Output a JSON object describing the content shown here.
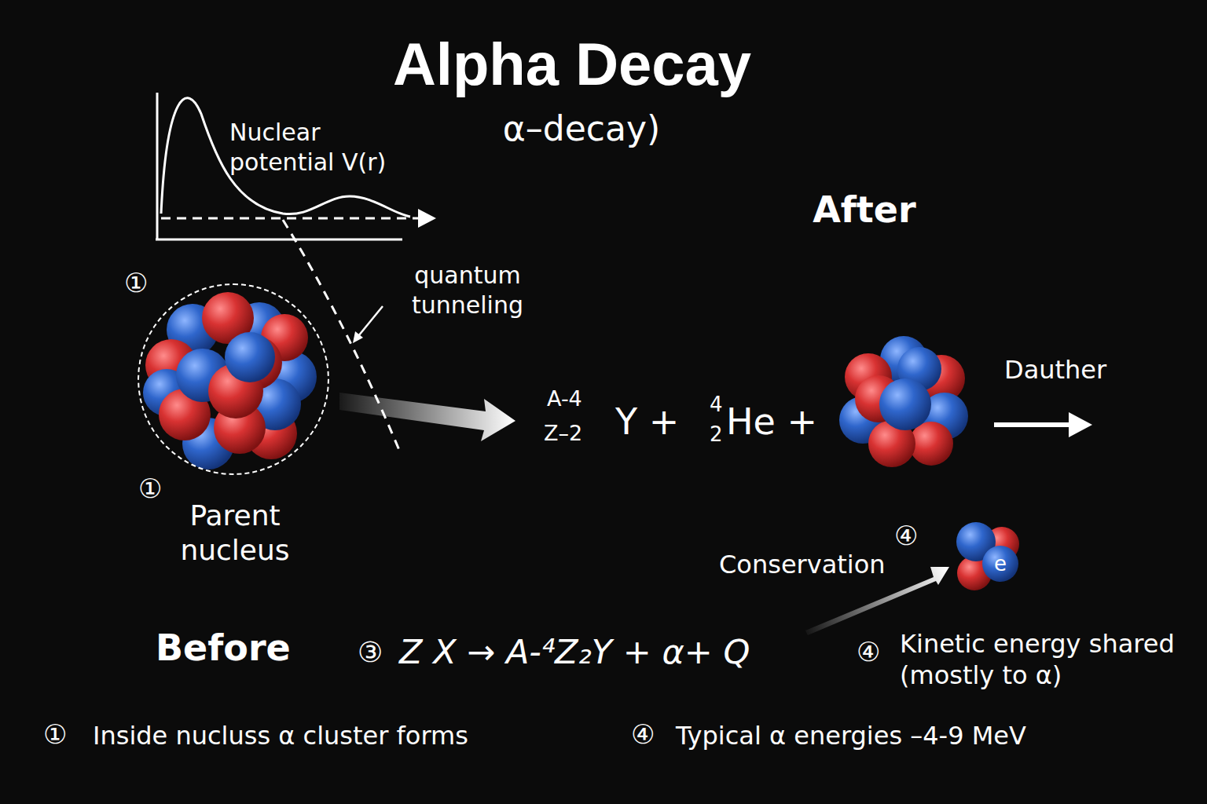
{
  "diagram": {
    "title": "Alpha Decay",
    "nodes": [
      {
        "text": [
          "Parent nucleus"
        ]
      },
      {
        "text": [
          "e"
        ]
      }
    ],
    "labels": [
      "α–decay)",
      "Nuclear potential V(r)",
      "①",
      "quantum tunneling",
      "After",
      "①",
      "A-4",
      "Z–2",
      "Y +",
      "4",
      "2",
      "He +",
      "Dauther",
      "④",
      "Conservation",
      "Before",
      "③",
      "Z X → A-⁴Z₂Y + α+ Q",
      "④",
      "Kinetic energy shared (mostly to α)",
      "①",
      "Inside nucluss α cluster forms",
      "④",
      "Typical α energies –4-9 MeV"
    ]
  }
}
